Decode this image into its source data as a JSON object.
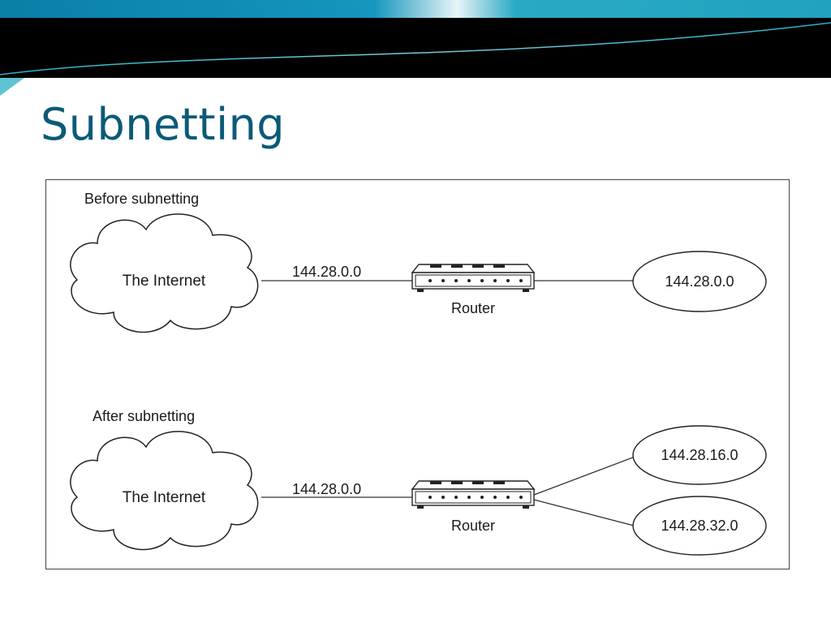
{
  "slide": {
    "title": "Subnetting"
  },
  "diagram": {
    "before": {
      "section_label": "Before subnetting",
      "cloud_label": "The Internet",
      "link_label": "144.28.0.0",
      "router_label": "Router",
      "networks": [
        "144.28.0.0"
      ]
    },
    "after": {
      "section_label": "After subnetting",
      "cloud_label": "The Internet",
      "link_label": "144.28.0.0",
      "router_label": "Router",
      "networks": [
        "144.28.16.0",
        "144.28.32.0"
      ]
    }
  },
  "colors": {
    "title": "#0b5a78",
    "header_black": "#000000",
    "header_teal": "#0a8fb0",
    "line": "#333333"
  }
}
